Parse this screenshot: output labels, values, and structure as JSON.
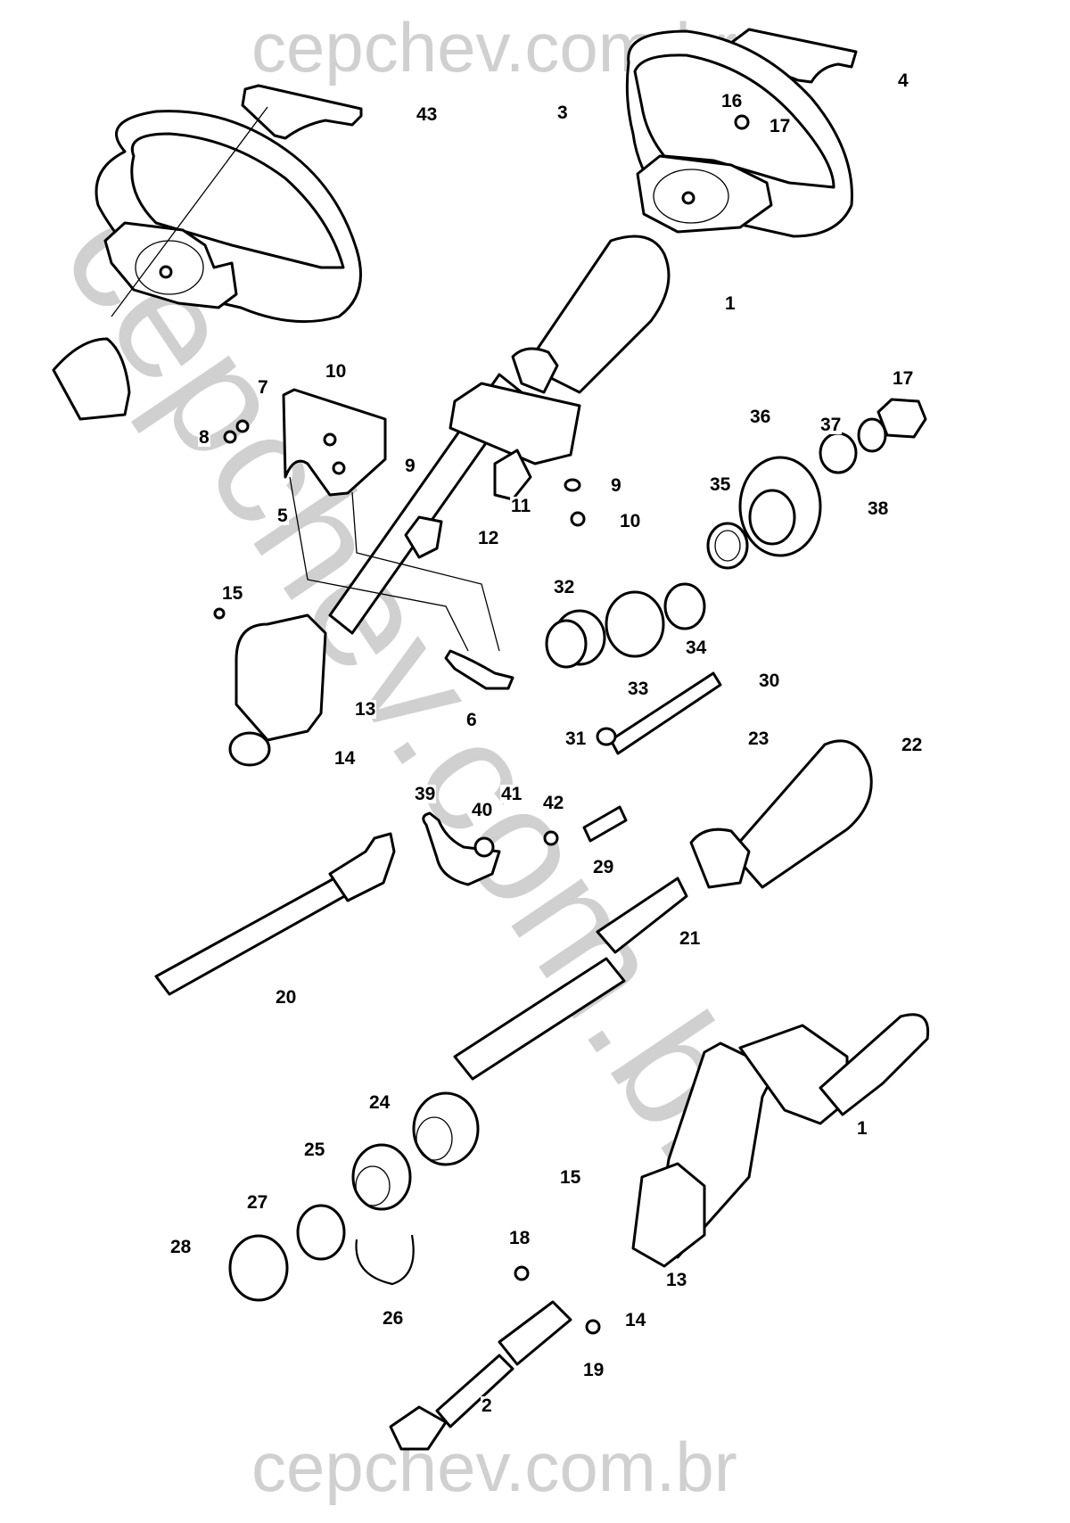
{
  "watermark": {
    "top": "cepchev.com.br",
    "bottom": "cepchev.com.br",
    "diagonal": "cepchev.com.br"
  },
  "callouts": {
    "c43": "43",
    "c4": "4",
    "c3": "3",
    "c16": "16",
    "c17a": "17",
    "c1a": "1",
    "c10a": "10",
    "c7": "7",
    "c8": "8",
    "c9a": "9",
    "c5": "5",
    "c11": "11",
    "c12": "12",
    "c9b": "9",
    "c10b": "10",
    "c17b": "17",
    "c36": "36",
    "c37": "37",
    "c38": "38",
    "c35": "35",
    "c32": "32",
    "c33": "33",
    "c34": "34",
    "c15a": "15",
    "c13a": "13",
    "c14a": "14",
    "c6": "6",
    "c30": "30",
    "c31": "31",
    "c23": "23",
    "c22": "22",
    "c39": "39",
    "c40": "40",
    "c41": "41",
    "c42": "42",
    "c29": "29",
    "c21": "21",
    "c20": "20",
    "c24": "24",
    "c25": "25",
    "c27": "27",
    "c28": "28",
    "c26": "26",
    "c1b": "1",
    "c15b": "15",
    "c18": "18",
    "c13b": "13",
    "c14b": "14",
    "c19": "19",
    "c2": "2"
  }
}
